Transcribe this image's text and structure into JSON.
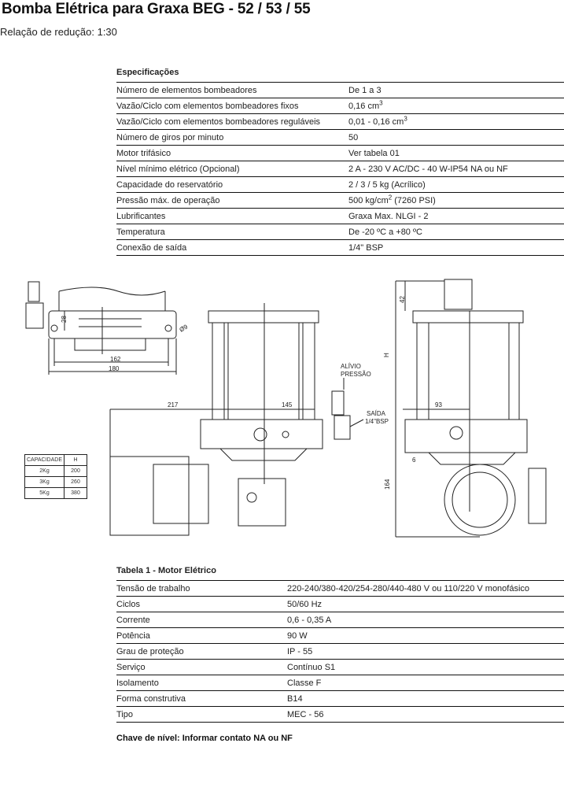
{
  "title": "Bomba Elétrica para Graxa BEG - 52 / 53 / 55",
  "subtitle": "Relação de redução: 1:30",
  "specs": {
    "caption": "Especificações",
    "rows": [
      {
        "k": "Número de elementos bombeadores",
        "v": "De 1 a 3"
      },
      {
        "k": "Vazão/Ciclo com elementos bombeadores fixos",
        "v": "0,16 cm",
        "sup": "3"
      },
      {
        "k": "Vazão/Ciclo com elementos bombeadores reguláveis",
        "v": "0,01 - 0,16 cm",
        "sup": "3"
      },
      {
        "k": "Número de giros por minuto",
        "v": "50"
      },
      {
        "k": "Motor trifásico",
        "v": "Ver tabela 01"
      },
      {
        "k": "Nível mínimo elétrico (Opcional)",
        "v": "2 A - 230 V AC/DC - 40 W-IP54 NA ou NF"
      },
      {
        "k": "Capacidade do reservatório",
        "v": "2 / 3 / 5 kg (Acrílico)"
      },
      {
        "k": "Pressão máx. de operação",
        "v": "500 kg/cm",
        "sup": "2",
        "v2": " (7260 PSI)"
      },
      {
        "k": "Lubrificantes",
        "v": "Graxa Max. NLGI - 2"
      },
      {
        "k": "Temperatura",
        "v": "De -20  ºC a +80 ºC"
      },
      {
        "k": "Conexão de saída",
        "v": "1/4\" BSP"
      }
    ]
  },
  "drawing": {
    "dims": {
      "d162": "162",
      "d180": "180",
      "d28": "28",
      "d9": "Ø9",
      "d217": "217",
      "d145": "145",
      "d93": "93",
      "d42": "42",
      "dH": "H",
      "d164": "164",
      "d6": "6"
    },
    "labels": {
      "alivio1": "ALÍVIO",
      "alivio2": "PRESSÃO",
      "saida1": "SAÍDA",
      "saida2": "1/4\"BSP"
    },
    "capacity": {
      "header": [
        "CAPACIDADE",
        "H"
      ],
      "rows": [
        [
          "2Kg",
          "200"
        ],
        [
          "3Kg",
          "260"
        ],
        [
          "5Kg",
          "380"
        ]
      ]
    }
  },
  "motor": {
    "caption": "Tabela 1 - Motor Elétrico",
    "rows": [
      {
        "k": "Tensão de trabalho",
        "v": "220-240/380-420/254-280/440-480 V ou 110/220 V monofásico"
      },
      {
        "k": "Ciclos",
        "v": "50/60 Hz"
      },
      {
        "k": "Corrente",
        "v": "0,6 - 0,35 A"
      },
      {
        "k": "Potência",
        "v": "90 W"
      },
      {
        "k": "Grau de proteção",
        "v": "IP - 55"
      },
      {
        "k": "Serviço",
        "v": "Contínuo S1"
      },
      {
        "k": "Isolamento",
        "v": "Classe F"
      },
      {
        "k": "Forma construtiva",
        "v": "B14"
      },
      {
        "k": "Tipo",
        "v": "MEC - 56"
      }
    ]
  },
  "footer": "Chave de nível: Informar contato NA ou NF"
}
